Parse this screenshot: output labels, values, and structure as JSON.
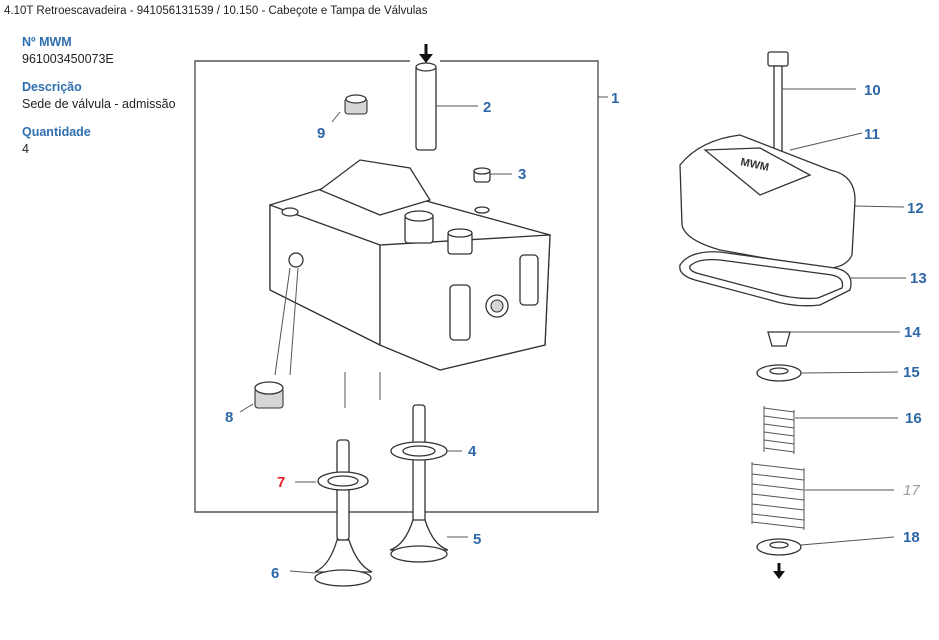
{
  "breadcrumb": "4.10T Retroescavadeira - 941056131539  /  10.150 - Cabeçote  e Tampa de Válvulas",
  "info": {
    "mwm_label": "Nº MWM",
    "mwm_value": "961003450073E",
    "descricao_label": "Descrição",
    "descricao_value": "Sede de válvula - admissão",
    "quantidade_label": "Quantidade",
    "quantidade_value": "4"
  },
  "callouts": {
    "c1": "1",
    "c2": "2",
    "c3": "3",
    "c4": "4",
    "c5": "5",
    "c6": "6",
    "c7": "7",
    "c8": "8",
    "c9": "9",
    "c10": "10",
    "c11": "11",
    "c12": "12",
    "c13": "13",
    "c14": "14",
    "c15": "15",
    "c16": "16",
    "c17": "17",
    "c18": "18"
  },
  "cover_brand": "MWM",
  "colors": {
    "callout": "#2e67a8",
    "selected": "#e0242a",
    "muted": "#9a9a9a",
    "label": "#2f6fb0"
  }
}
